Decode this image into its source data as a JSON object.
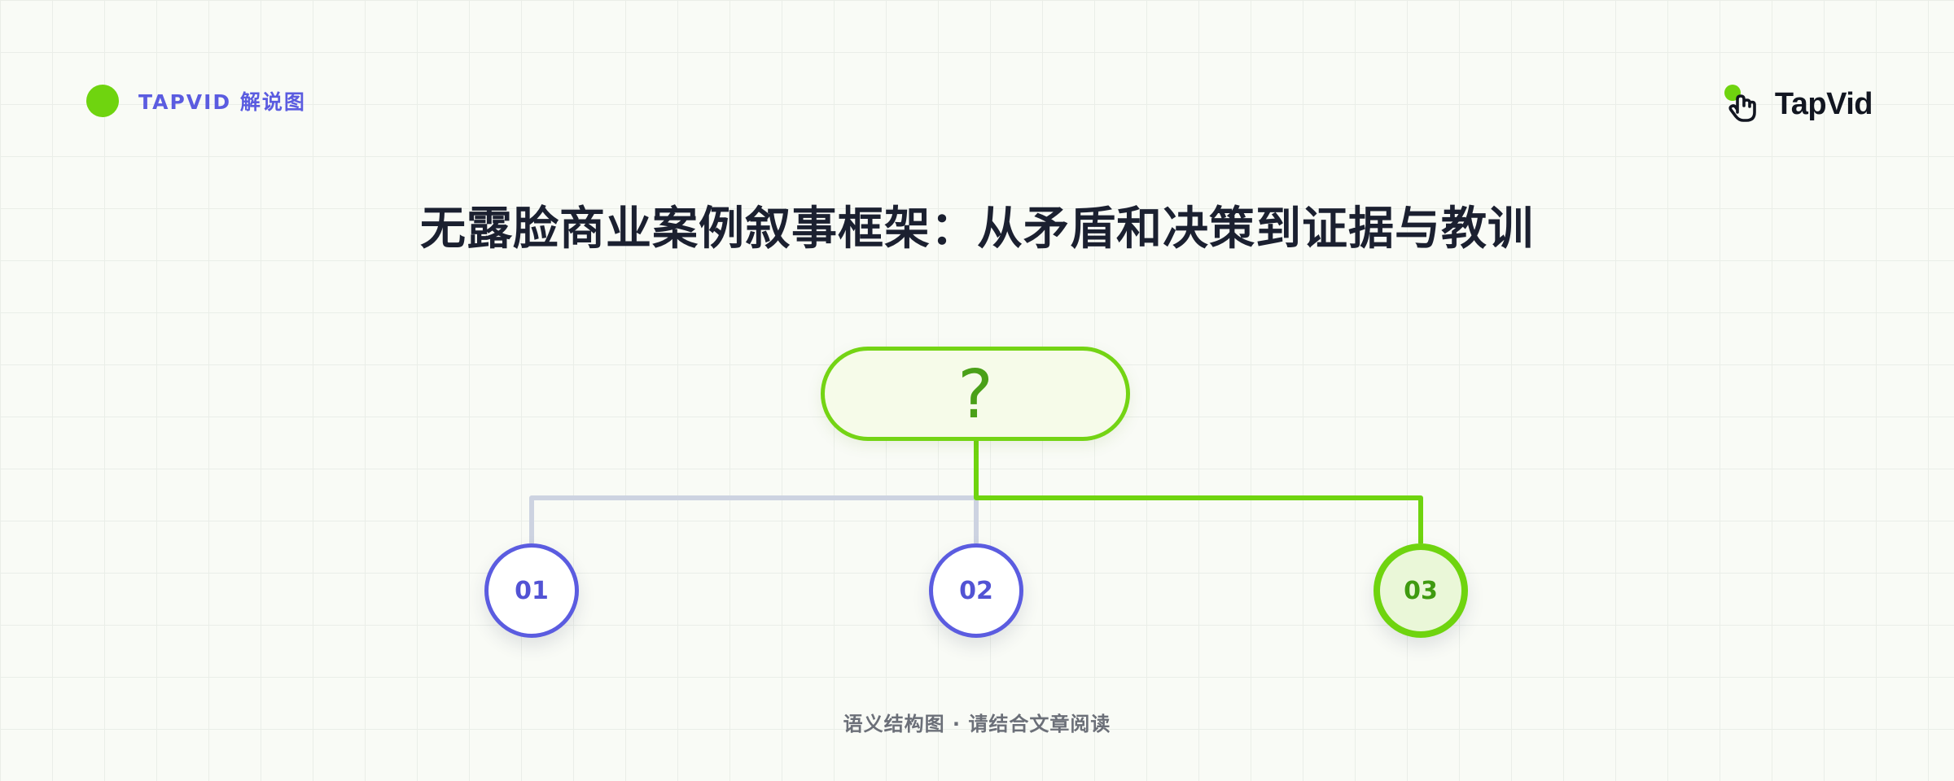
{
  "header": {
    "brand_label": "TAPVID 解说图",
    "logo_text": "TapVid"
  },
  "title": "无露脸商业案例叙事框架：从矛盾和决策到证据与教训",
  "diagram": {
    "root_label": "?",
    "nodes": [
      {
        "label": "01",
        "highlighted": false
      },
      {
        "label": "02",
        "highlighted": false
      },
      {
        "label": "03",
        "highlighted": true
      }
    ],
    "colors": {
      "accent_green": "#6fd40f",
      "accent_blue": "#5b5ce0",
      "connector_gray": "#cdd3e1"
    }
  },
  "footer": "语义结构图 · 请结合文章阅读"
}
